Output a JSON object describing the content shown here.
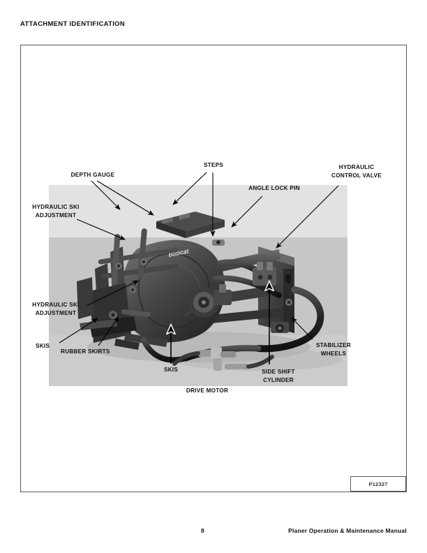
{
  "document": {
    "header_title": "ATTACHMENT IDENTIFICATION",
    "figure_id": "P12327",
    "page_number": "8",
    "manual_title": "Planer Operation & Maintenance Manual"
  },
  "figure": {
    "caption_brand": "bobcat",
    "alt": "Bobcat planer attachment, three-quarter view photograph with identification callouts",
    "callouts": [
      {
        "id": "depth-gauge",
        "label": "DEPTH GAUGE"
      },
      {
        "id": "steps",
        "label": "STEPS"
      },
      {
        "id": "hydraulic-control-valve",
        "label": "HYDRAULIC\nCONTROL VALVE"
      },
      {
        "id": "angle-lock-pin",
        "label": "ANGLE LOCK PIN"
      },
      {
        "id": "hydraulic-ski-adjustment-upper",
        "label": "HYDRAULIC SKI\nADJUSTMENT"
      },
      {
        "id": "hydraulic-ski-adjustment-lower",
        "label": "HYDRAULIC SKI\nADJUSTMENT"
      },
      {
        "id": "skis-left",
        "label": "SKIS"
      },
      {
        "id": "rubber-skirts",
        "label": "RUBBER SKIRTS"
      },
      {
        "id": "skis-center",
        "label": "SKIS"
      },
      {
        "id": "drive-motor",
        "label": "DRIVE MOTOR"
      },
      {
        "id": "side-shift-cylinder",
        "label": "SIDE SHIFT\nCYLINDER"
      },
      {
        "id": "stabilizer-wheels",
        "label": "STABILIZER\nWHEELS"
      }
    ]
  },
  "colors": {
    "text": "#111111",
    "frame_border": "#58585a",
    "photo_sky": "#e2e2e2",
    "photo_ground": "#c6c6c6",
    "machine_dark": "#3a3a3a",
    "page_background": "#ffffff"
  }
}
